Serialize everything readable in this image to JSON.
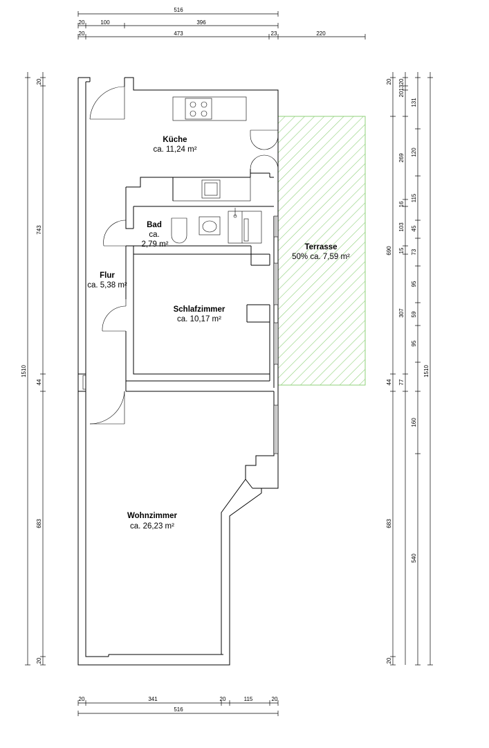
{
  "rooms": {
    "kueche": {
      "name": "Küche",
      "area": "ca. 11,24 m²"
    },
    "bad": {
      "name": "Bad",
      "area_line1": "ca.",
      "area_line2": "2,79 m²"
    },
    "flur": {
      "name": "Flur",
      "area": "ca. 5,38 m²"
    },
    "schlafzimmer": {
      "name": "Schlafzimmer",
      "area": "ca. 10,17 m²"
    },
    "terrasse": {
      "name": "Terrasse",
      "area": "50% ca. 7,59 m²"
    },
    "wohnzimmer": {
      "name": "Wohnzimmer",
      "area": "ca. 26,23 m²"
    }
  },
  "dimensions": {
    "top": {
      "row1": [
        "516"
      ],
      "row2": [
        "20",
        "100",
        "396"
      ],
      "row3": [
        "20",
        "473",
        "23",
        "220"
      ]
    },
    "bottom": {
      "row1": [
        "20",
        "341",
        "20",
        "115",
        "20"
      ],
      "row2": [
        "516"
      ]
    },
    "left": {
      "total": "1510",
      "segments": [
        "20",
        "743",
        "44",
        "683",
        "20"
      ]
    },
    "right": {
      "col1": [
        "20",
        "690",
        "44",
        "683",
        "20"
      ],
      "col2": [
        "20",
        "13",
        "20",
        "269",
        "16",
        "103",
        "15",
        "307",
        "77"
      ],
      "col3": [
        "131",
        "120",
        "115",
        "45",
        "73",
        "95",
        "59",
        "95",
        "160",
        "540"
      ],
      "total": "1510"
    }
  },
  "colors": {
    "terrace_hatch": "#8fd07a",
    "lines": "#000000"
  }
}
